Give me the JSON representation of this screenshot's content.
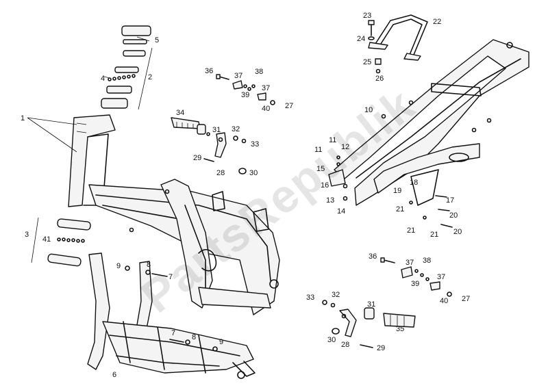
{
  "watermark": "PartsRepublik",
  "callouts": [
    {
      "id": "c1",
      "text": "1"
    },
    {
      "id": "c2",
      "text": "2"
    },
    {
      "id": "c3",
      "text": "3"
    },
    {
      "id": "c4",
      "text": "4"
    },
    {
      "id": "c5",
      "text": "5"
    },
    {
      "id": "c6",
      "text": "6"
    },
    {
      "id": "c7a",
      "text": "7"
    },
    {
      "id": "c7b",
      "text": "7"
    },
    {
      "id": "c8a",
      "text": "8"
    },
    {
      "id": "c8b",
      "text": "8"
    },
    {
      "id": "c9a",
      "text": "9"
    },
    {
      "id": "c9b",
      "text": "9"
    },
    {
      "id": "c10",
      "text": "10"
    },
    {
      "id": "c11a",
      "text": "11"
    },
    {
      "id": "c11b",
      "text": "11"
    },
    {
      "id": "c12",
      "text": "12"
    },
    {
      "id": "c13",
      "text": "13"
    },
    {
      "id": "c14",
      "text": "14"
    },
    {
      "id": "c15",
      "text": "15"
    },
    {
      "id": "c16",
      "text": "16"
    },
    {
      "id": "c17",
      "text": "17"
    },
    {
      "id": "c18",
      "text": "18"
    },
    {
      "id": "c19",
      "text": "19"
    },
    {
      "id": "c20a",
      "text": "20"
    },
    {
      "id": "c20b",
      "text": "20"
    },
    {
      "id": "c21a",
      "text": "21"
    },
    {
      "id": "c21b",
      "text": "21"
    },
    {
      "id": "c21c",
      "text": "21"
    },
    {
      "id": "c22",
      "text": "22"
    },
    {
      "id": "c23",
      "text": "23"
    },
    {
      "id": "c24",
      "text": "24"
    },
    {
      "id": "c25",
      "text": "25"
    },
    {
      "id": "c26",
      "text": "26"
    },
    {
      "id": "c27a",
      "text": "27"
    },
    {
      "id": "c27b",
      "text": "27"
    },
    {
      "id": "c28a",
      "text": "28"
    },
    {
      "id": "c28b",
      "text": "28"
    },
    {
      "id": "c29a",
      "text": "29"
    },
    {
      "id": "c29b",
      "text": "29"
    },
    {
      "id": "c30a",
      "text": "30"
    },
    {
      "id": "c30b",
      "text": "30"
    },
    {
      "id": "c31a",
      "text": "31"
    },
    {
      "id": "c31b",
      "text": "31"
    },
    {
      "id": "c32a",
      "text": "32"
    },
    {
      "id": "c32b",
      "text": "32"
    },
    {
      "id": "c33a",
      "text": "33"
    },
    {
      "id": "c33b",
      "text": "33"
    },
    {
      "id": "c34",
      "text": "34"
    },
    {
      "id": "c35",
      "text": "35"
    },
    {
      "id": "c36a",
      "text": "36"
    },
    {
      "id": "c36b",
      "text": "36"
    },
    {
      "id": "c37a",
      "text": "37"
    },
    {
      "id": "c37b",
      "text": "37"
    },
    {
      "id": "c37c",
      "text": "37"
    },
    {
      "id": "c37d",
      "text": "37"
    },
    {
      "id": "c38a",
      "text": "38"
    },
    {
      "id": "c38b",
      "text": "38"
    },
    {
      "id": "c39a",
      "text": "39"
    },
    {
      "id": "c39b",
      "text": "39"
    },
    {
      "id": "c40a",
      "text": "40"
    },
    {
      "id": "c40b",
      "text": "40"
    },
    {
      "id": "c41",
      "text": "41"
    }
  ]
}
